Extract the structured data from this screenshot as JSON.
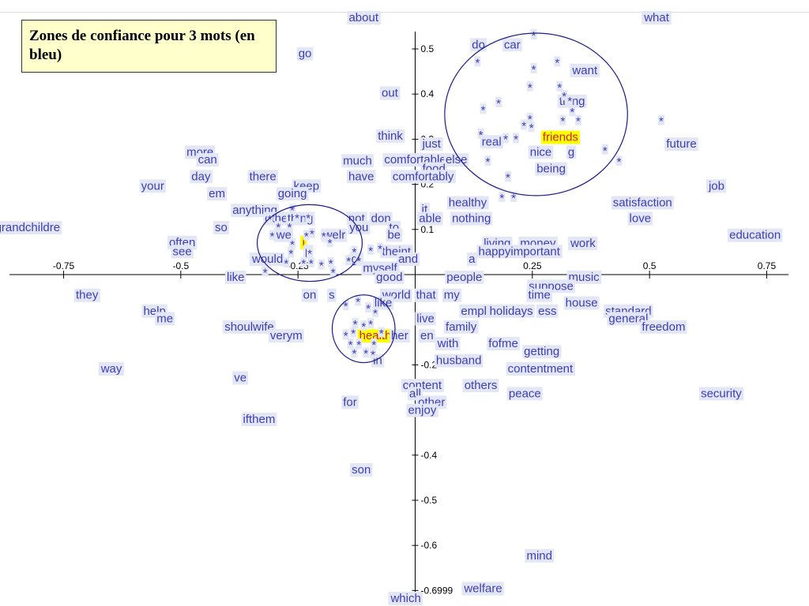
{
  "title": "Zones de confiance  pour 3 mots (en bleu)",
  "colors": {
    "word_bg": "#e3e6f4",
    "word_text": "#3d3db8",
    "highlight_bg": "#ffff00",
    "highlight_text": "#cc2222",
    "axis": "#000000",
    "ellipse": "#1a1a8c"
  },
  "chart_data": {
    "type": "scatter",
    "title": "Zones de confiance  pour 3 mots (en bleu)",
    "xlabel": "",
    "ylabel": "",
    "xlim": [
      -0.8,
      0.8
    ],
    "ylim": [
      -0.7,
      0.55
    ],
    "grid": false,
    "x_ticks": [
      -0.75,
      -0.5,
      -0.25,
      0.25,
      0.5,
      0.75
    ],
    "x_tick_labels": [
      "-0.75",
      "-0.5",
      "-0.25",
      "0.25",
      "0.5",
      "0.75"
    ],
    "y_ticks": [
      0.5,
      0.4,
      0.3,
      0.2,
      0.1,
      -0.2,
      -0.4,
      -0.5,
      -0.6,
      -0.6999
    ],
    "y_tick_labels": [
      "0.5",
      "0.4",
      "0.3",
      "0.2",
      "0.1",
      "-0.2",
      "-0.4",
      "-0.5",
      "-0.6",
      "-0.6999"
    ],
    "words": [
      {
        "t": "about",
        "x": -0.11,
        "y": 0.57
      },
      {
        "t": "what",
        "x": 0.515,
        "y": 0.57
      },
      {
        "t": "go",
        "x": -0.235,
        "y": 0.49
      },
      {
        "t": "do",
        "x": 0.135,
        "y": 0.51
      },
      {
        "t": "car",
        "x": 0.207,
        "y": 0.51
      },
      {
        "t": "want",
        "x": 0.362,
        "y": 0.453
      },
      {
        "t": "out",
        "x": -0.054,
        "y": 0.403
      },
      {
        "t": "thing",
        "x": 0.335,
        "y": 0.385
      },
      {
        "t": "think",
        "x": -0.053,
        "y": 0.308
      },
      {
        "t": "just",
        "x": 0.035,
        "y": 0.29
      },
      {
        "t": "real",
        "x": 0.163,
        "y": 0.295
      },
      {
        "t": "friends",
        "x": 0.31,
        "y": 0.305,
        "hl": true
      },
      {
        "t": "future",
        "x": 0.568,
        "y": 0.29
      },
      {
        "t": "more",
        "x": -0.459,
        "y": 0.272
      },
      {
        "t": "can",
        "x": -0.443,
        "y": 0.255
      },
      {
        "t": "much",
        "x": -0.123,
        "y": 0.253
      },
      {
        "t": "comfortable",
        "x": 0.0,
        "y": 0.255
      },
      {
        "t": "else",
        "x": 0.088,
        "y": 0.255
      },
      {
        "t": "nice",
        "x": 0.268,
        "y": 0.272
      },
      {
        "t": "g",
        "x": 0.333,
        "y": 0.272
      },
      {
        "t": "food",
        "x": 0.04,
        "y": 0.235
      },
      {
        "t": "being",
        "x": 0.29,
        "y": 0.235
      },
      {
        "t": "day",
        "x": -0.457,
        "y": 0.218
      },
      {
        "t": "there",
        "x": -0.325,
        "y": 0.218
      },
      {
        "t": "have",
        "x": -0.115,
        "y": 0.218
      },
      {
        "t": "comfortably",
        "x": 0.017,
        "y": 0.218
      },
      {
        "t": "your",
        "x": -0.56,
        "y": 0.197
      },
      {
        "t": "keep",
        "x": -0.232,
        "y": 0.197
      },
      {
        "t": "job",
        "x": 0.643,
        "y": 0.197
      },
      {
        "t": "em",
        "x": -0.423,
        "y": 0.18
      },
      {
        "t": "going",
        "x": -0.262,
        "y": 0.18
      },
      {
        "t": "healthy",
        "x": 0.112,
        "y": 0.16
      },
      {
        "t": "satisfaction",
        "x": 0.485,
        "y": 0.16
      },
      {
        "t": "anything",
        "x": -0.342,
        "y": 0.143
      },
      {
        "t": "it",
        "x": 0.02,
        "y": 0.145
      },
      {
        "t": "other",
        "x": -0.292,
        "y": 0.125
      },
      {
        "t": "thing",
        "x": -0.245,
        "y": 0.125
      },
      {
        "t": "not",
        "x": -0.125,
        "y": 0.125
      },
      {
        "t": "don",
        "x": -0.073,
        "y": 0.125
      },
      {
        "t": "able",
        "x": 0.032,
        "y": 0.125
      },
      {
        "t": "nothing",
        "x": 0.12,
        "y": 0.125
      },
      {
        "t": "love",
        "x": 0.48,
        "y": 0.125
      },
      {
        "t": "grandchildre",
        "x": -0.827,
        "y": 0.105
      },
      {
        "t": "so",
        "x": -0.414,
        "y": 0.105
      },
      {
        "t": "you",
        "x": -0.12,
        "y": 0.105
      },
      {
        "t": "to",
        "x": -0.045,
        "y": 0.105
      },
      {
        "t": "we",
        "x": -0.28,
        "y": 0.088
      },
      {
        "t": "welr",
        "x": -0.172,
        "y": 0.088
      },
      {
        "t": "be",
        "x": -0.045,
        "y": 0.088
      },
      {
        "t": "education",
        "x": 0.725,
        "y": 0.088
      },
      {
        "t": "often",
        "x": -0.497,
        "y": 0.072
      },
      {
        "t": "I",
        "x": -0.238,
        "y": 0.072,
        "hl": true
      },
      {
        "t": "living",
        "x": 0.175,
        "y": 0.07
      },
      {
        "t": "money",
        "x": 0.262,
        "y": 0.07
      },
      {
        "t": "work",
        "x": 0.358,
        "y": 0.07
      },
      {
        "t": "see",
        "x": -0.497,
        "y": 0.052
      },
      {
        "t": "p",
        "x": -0.228,
        "y": 0.052
      },
      {
        "t": "theint",
        "x": -0.04,
        "y": 0.052
      },
      {
        "t": "happyimportant",
        "x": 0.222,
        "y": 0.052
      },
      {
        "t": "would",
        "x": -0.315,
        "y": 0.035
      },
      {
        "t": "gr",
        "x": -0.125,
        "y": 0.035
      },
      {
        "t": "and",
        "x": -0.015,
        "y": 0.035
      },
      {
        "t": "a",
        "x": 0.121,
        "y": 0.035
      },
      {
        "t": "myself",
        "x": -0.075,
        "y": 0.015
      },
      {
        "t": "like",
        "x": -0.383,
        "y": -0.005
      },
      {
        "t": "good",
        "x": -0.055,
        "y": -0.005
      },
      {
        "t": "people",
        "x": 0.105,
        "y": -0.005
      },
      {
        "t": "music",
        "x": 0.36,
        "y": -0.005
      },
      {
        "t": "suppose",
        "x": 0.29,
        "y": -0.025
      },
      {
        "t": "they",
        "x": -0.7,
        "y": -0.045
      },
      {
        "t": "on",
        "x": -0.225,
        "y": -0.045
      },
      {
        "t": "s",
        "x": -0.178,
        "y": -0.045
      },
      {
        "t": "world",
        "x": -0.04,
        "y": -0.045
      },
      {
        "t": "that",
        "x": 0.023,
        "y": -0.045
      },
      {
        "t": "my",
        "x": 0.078,
        "y": -0.045
      },
      {
        "t": "time",
        "x": 0.265,
        "y": -0.045
      },
      {
        "t": "like",
        "x": -0.068,
        "y": -0.062
      },
      {
        "t": "house",
        "x": 0.355,
        "y": -0.062
      },
      {
        "t": "empl",
        "x": 0.125,
        "y": -0.08
      },
      {
        "t": "holidays",
        "x": 0.205,
        "y": -0.08
      },
      {
        "t": "ess",
        "x": 0.282,
        "y": -0.08
      },
      {
        "t": "standard",
        "x": 0.455,
        "y": -0.08
      },
      {
        "t": "help",
        "x": -0.556,
        "y": -0.08
      },
      {
        "t": "me",
        "x": -0.534,
        "y": -0.097
      },
      {
        "t": "live",
        "x": 0.022,
        "y": -0.097
      },
      {
        "t": "general",
        "x": 0.455,
        "y": -0.097
      },
      {
        "t": "shoulwife",
        "x": -0.354,
        "y": -0.115
      },
      {
        "t": "family",
        "x": 0.098,
        "y": -0.115
      },
      {
        "t": "freedom",
        "x": 0.53,
        "y": -0.115
      },
      {
        "t": "verym",
        "x": -0.275,
        "y": -0.135
      },
      {
        "t": "health",
        "x": -0.085,
        "y": -0.135,
        "hl": true
      },
      {
        "t": "her",
        "x": -0.033,
        "y": -0.135
      },
      {
        "t": "en",
        "x": 0.025,
        "y": -0.135
      },
      {
        "t": "with",
        "x": 0.07,
        "y": -0.152
      },
      {
        "t": "fofme",
        "x": 0.188,
        "y": -0.152
      },
      {
        "t": "getting",
        "x": 0.27,
        "y": -0.17
      },
      {
        "t": "husband",
        "x": 0.093,
        "y": -0.19
      },
      {
        "t": "in",
        "x": -0.08,
        "y": -0.19
      },
      {
        "t": "way",
        "x": -0.648,
        "y": -0.208
      },
      {
        "t": "contentment",
        "x": 0.267,
        "y": -0.208
      },
      {
        "t": "ve",
        "x": -0.373,
        "y": -0.228
      },
      {
        "t": "content",
        "x": 0.015,
        "y": -0.245
      },
      {
        "t": "others",
        "x": 0.14,
        "y": -0.245
      },
      {
        "t": "peace",
        "x": 0.234,
        "y": -0.263
      },
      {
        "t": "security",
        "x": 0.653,
        "y": -0.263
      },
      {
        "t": "all",
        "x": 0.0,
        "y": -0.263
      },
      {
        "t": "for",
        "x": -0.139,
        "y": -0.282
      },
      {
        "t": "other",
        "x": 0.035,
        "y": -0.282
      },
      {
        "t": "enjoy",
        "x": 0.015,
        "y": -0.3
      },
      {
        "t": "ifthem",
        "x": -0.333,
        "y": -0.32
      },
      {
        "t": "son",
        "x": -0.115,
        "y": -0.432
      },
      {
        "t": "mind",
        "x": 0.265,
        "y": -0.622
      },
      {
        "t": "welfare",
        "x": 0.145,
        "y": -0.695
      },
      {
        "t": "which",
        "x": -0.02,
        "y": -0.717
      }
    ],
    "points": [
      {
        "x": 0.253,
        "y": 0.535
      },
      {
        "x": 0.133,
        "y": 0.475
      },
      {
        "x": 0.253,
        "y": 0.46
      },
      {
        "x": 0.303,
        "y": 0.475
      },
      {
        "x": 0.245,
        "y": 0.42
      },
      {
        "x": 0.308,
        "y": 0.42
      },
      {
        "x": 0.318,
        "y": 0.4
      },
      {
        "x": 0.178,
        "y": 0.385
      },
      {
        "x": 0.33,
        "y": 0.39
      },
      {
        "x": 0.145,
        "y": 0.37
      },
      {
        "x": 0.335,
        "y": 0.365
      },
      {
        "x": 0.315,
        "y": 0.345
      },
      {
        "x": 0.348,
        "y": 0.345
      },
      {
        "x": 0.245,
        "y": 0.35
      },
      {
        "x": 0.248,
        "y": 0.33
      },
      {
        "x": 0.232,
        "y": 0.335
      },
      {
        "x": 0.14,
        "y": 0.315
      },
      {
        "x": 0.193,
        "y": 0.305
      },
      {
        "x": 0.215,
        "y": 0.305
      },
      {
        "x": 0.405,
        "y": 0.28
      },
      {
        "x": 0.435,
        "y": 0.255
      },
      {
        "x": 0.525,
        "y": 0.345
      },
      {
        "x": 0.155,
        "y": 0.255
      },
      {
        "x": 0.198,
        "y": 0.22
      },
      {
        "x": 0.185,
        "y": 0.175
      },
      {
        "x": 0.21,
        "y": 0.175
      },
      {
        "x": -0.262,
        "y": 0.148
      },
      {
        "x": -0.31,
        "y": 0.128
      },
      {
        "x": -0.252,
        "y": 0.13
      },
      {
        "x": -0.228,
        "y": 0.13
      },
      {
        "x": -0.292,
        "y": 0.11
      },
      {
        "x": -0.268,
        "y": 0.11
      },
      {
        "x": -0.305,
        "y": 0.09
      },
      {
        "x": -0.232,
        "y": 0.09
      },
      {
        "x": -0.22,
        "y": 0.095
      },
      {
        "x": -0.195,
        "y": 0.09
      },
      {
        "x": -0.182,
        "y": 0.075
      },
      {
        "x": -0.262,
        "y": 0.072
      },
      {
        "x": -0.265,
        "y": 0.052
      },
      {
        "x": -0.225,
        "y": 0.052
      },
      {
        "x": -0.275,
        "y": 0.03
      },
      {
        "x": -0.238,
        "y": 0.03
      },
      {
        "x": -0.222,
        "y": 0.03
      },
      {
        "x": -0.142,
        "y": 0.035
      },
      {
        "x": -0.12,
        "y": 0.035
      },
      {
        "x": -0.13,
        "y": 0.055
      },
      {
        "x": -0.095,
        "y": 0.058
      },
      {
        "x": -0.075,
        "y": 0.062
      },
      {
        "x": -0.18,
        "y": 0.03
      },
      {
        "x": -0.2,
        "y": 0.025
      },
      {
        "x": -0.175,
        "y": 0.01
      },
      {
        "x": -0.32,
        "y": 0.01
      },
      {
        "x": -0.148,
        "y": -0.065
      },
      {
        "x": -0.122,
        "y": -0.055
      },
      {
        "x": -0.1,
        "y": -0.07
      },
      {
        "x": -0.085,
        "y": -0.08
      },
      {
        "x": -0.128,
        "y": -0.105
      },
      {
        "x": -0.11,
        "y": -0.11
      },
      {
        "x": -0.095,
        "y": -0.105
      },
      {
        "x": -0.148,
        "y": -0.13
      },
      {
        "x": -0.132,
        "y": -0.125
      },
      {
        "x": -0.072,
        "y": -0.125
      },
      {
        "x": -0.138,
        "y": -0.15
      },
      {
        "x": -0.12,
        "y": -0.15
      },
      {
        "x": -0.088,
        "y": -0.15
      },
      {
        "x": -0.13,
        "y": -0.17
      },
      {
        "x": -0.105,
        "y": -0.17
      },
      {
        "x": -0.09,
        "y": -0.172
      }
    ],
    "ellipses": [
      {
        "word": "friends",
        "cx": 0.258,
        "cy": 0.355,
        "rx": 0.195,
        "ry": 0.18
      },
      {
        "word": "I",
        "cx": -0.225,
        "cy": 0.07,
        "rx": 0.112,
        "ry": 0.085
      },
      {
        "word": "health",
        "cx": -0.11,
        "cy": -0.12,
        "rx": 0.067,
        "ry": 0.075
      }
    ]
  }
}
